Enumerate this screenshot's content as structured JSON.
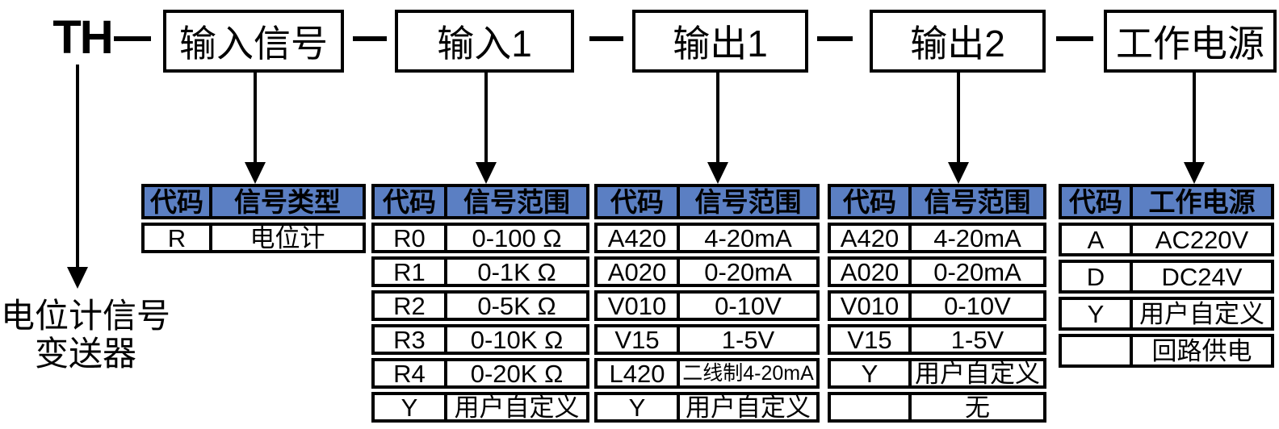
{
  "model": {
    "prefix": "TH"
  },
  "note": {
    "line1": "电位计信号",
    "line2": "变送器"
  },
  "boxes": [
    {
      "label": "输入信号"
    },
    {
      "label": "输入1"
    },
    {
      "label": "输出1"
    },
    {
      "label": "输出2"
    },
    {
      "label": "工作电源"
    }
  ],
  "tables": [
    {
      "name": "input-signal-type",
      "headers": [
        "代码",
        "信号类型"
      ],
      "rows": [
        [
          "R",
          "电位计"
        ]
      ]
    },
    {
      "name": "input1-signal-range",
      "headers": [
        "代码",
        "信号范围"
      ],
      "rows": [
        [
          "R0",
          "0-100 Ω"
        ],
        [
          "R1",
          "0-1K Ω"
        ],
        [
          "R2",
          "0-5K Ω"
        ],
        [
          "R3",
          "0-10K Ω"
        ],
        [
          "R4",
          "0-20K Ω"
        ],
        [
          "Y",
          "用户自定义"
        ]
      ]
    },
    {
      "name": "output1-signal-range",
      "headers": [
        "代码",
        "信号范围"
      ],
      "rows": [
        [
          "A420",
          "4-20mA"
        ],
        [
          "A020",
          "0-20mA"
        ],
        [
          "V010",
          "0-10V"
        ],
        [
          "V15",
          "1-5V"
        ],
        [
          "L420",
          "二线制4-20mA"
        ],
        [
          "Y",
          "用户自定义"
        ]
      ]
    },
    {
      "name": "output2-signal-range",
      "headers": [
        "代码",
        "信号范围"
      ],
      "rows": [
        [
          "A420",
          "4-20mA"
        ],
        [
          "A020",
          "0-20mA"
        ],
        [
          "V010",
          "0-10V"
        ],
        [
          "V15",
          "1-5V"
        ],
        [
          "Y",
          "用户自定义"
        ],
        [
          "",
          "无"
        ]
      ]
    },
    {
      "name": "working-power",
      "headers": [
        "代码",
        "工作电源"
      ],
      "rows": [
        [
          "A",
          "AC220V"
        ],
        [
          "D",
          "DC24V"
        ],
        [
          "Y",
          "用户自定义"
        ],
        [
          "",
          "回路供电"
        ]
      ]
    }
  ],
  "colors": {
    "header_bg": "#5b7fc3",
    "line": "#000000"
  }
}
